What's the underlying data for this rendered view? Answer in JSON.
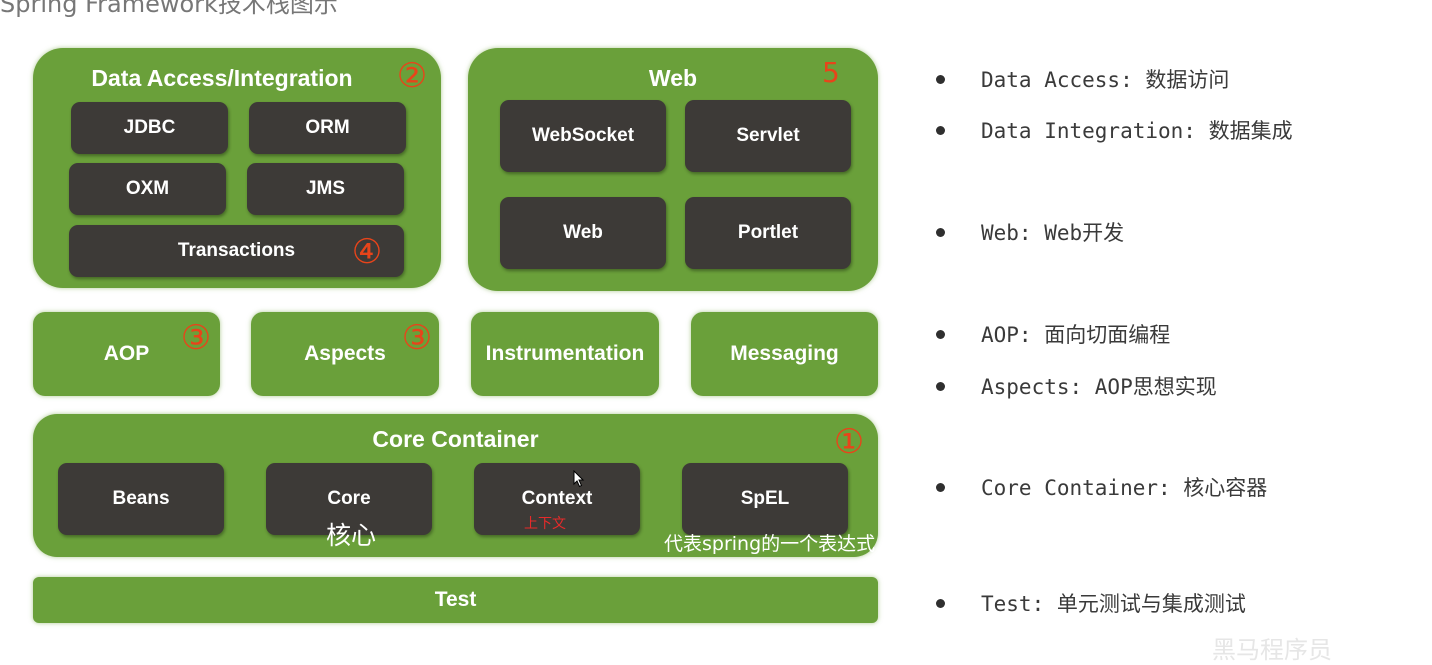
{
  "header": {
    "title": "Spring Framework技术栈图示"
  },
  "data_access": {
    "title": "Data Access/Integration",
    "badge": "②",
    "modules": {
      "jdbc": "JDBC",
      "orm": "ORM",
      "oxm": "OXM",
      "jms": "JMS",
      "transactions": "Transactions"
    },
    "transactions_badge": "④"
  },
  "web": {
    "title": "Web",
    "badge": "5",
    "modules": {
      "websocket": "WebSocket",
      "servlet": "Servlet",
      "web": "Web",
      "portlet": "Portlet"
    }
  },
  "middle": {
    "aop": "AOP",
    "aop_badge": "③",
    "aspects": "Aspects",
    "aspects_badge": "③",
    "instrumentation": "Instrumentation",
    "messaging": "Messaging"
  },
  "core": {
    "title": "Core Container",
    "badge": "①",
    "modules": {
      "beans": "Beans",
      "core": "Core",
      "context": "Context",
      "spel": "SpEL"
    },
    "notes": {
      "core": "核心",
      "context": "上下文",
      "spel": "代表spring的一个表达式"
    }
  },
  "test": {
    "label": "Test"
  },
  "legend": [
    "Data Access: 数据访问",
    "Data Integration: 数据集成",
    "Web: Web开发",
    "AOP: 面向切面编程",
    "Aspects: AOP思想实现",
    "Core Container: 核心容器",
    "Test: 单元测试与集成测试"
  ],
  "watermark": "黑马程序员",
  "colors": {
    "green": "#6aa03a",
    "module": "#3d3a37",
    "badge": "#e8441a",
    "note": "#e82a2a"
  }
}
